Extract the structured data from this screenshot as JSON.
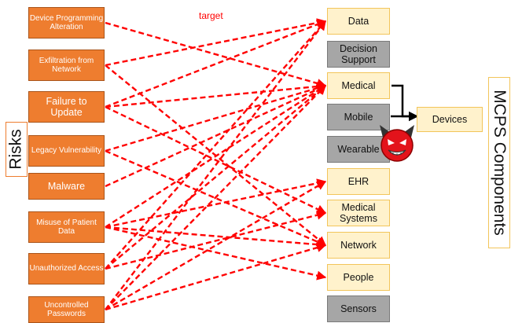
{
  "target_label": "target",
  "risks_label": "Risks",
  "mcps_label": "MCPS Components",
  "risks": [
    "Device Programming Alteration",
    "Exfiltration from Network",
    "Failure to Update",
    "Legacy Vulnerability",
    "Malware",
    "Misuse of Patient Data",
    "Unauthorized Access",
    "Uncontrolled Passwords"
  ],
  "components": [
    {
      "label": "Data",
      "style": "yellow"
    },
    {
      "label": "Decision Support",
      "style": "gray"
    },
    {
      "label": "Medical",
      "style": "yellow"
    },
    {
      "label": "Mobile",
      "style": "gray"
    },
    {
      "label": "Wearable",
      "style": "gray"
    },
    {
      "label": "EHR",
      "style": "yellow"
    },
    {
      "label": "Medical Systems",
      "style": "yellow"
    },
    {
      "label": "Network",
      "style": "yellow"
    },
    {
      "label": "People",
      "style": "yellow"
    },
    {
      "label": "Sensors",
      "style": "gray"
    }
  ],
  "devices_label": "Devices",
  "devil_icon": "devil-icon",
  "colors": {
    "risk": "#ee7d2f",
    "component_yellow": "#fff2cc",
    "component_gray": "#a6a6a6",
    "arrows": "#ff0000"
  },
  "links": [
    [
      "Device Programming Alteration",
      "Medical"
    ],
    [
      "Exfiltration from Network",
      "Data"
    ],
    [
      "Exfiltration from Network",
      "Network"
    ],
    [
      "Failure to Update",
      "Medical"
    ],
    [
      "Failure to Update",
      "Data"
    ],
    [
      "Failure to Update",
      "Medical Systems"
    ],
    [
      "Legacy Vulnerability",
      "Medical"
    ],
    [
      "Legacy Vulnerability",
      "Network"
    ],
    [
      "Malware",
      "Medical"
    ],
    [
      "Misuse of Patient Data",
      "Medical"
    ],
    [
      "Misuse of Patient Data",
      "EHR"
    ],
    [
      "Misuse of Patient Data",
      "Network"
    ],
    [
      "Misuse of Patient Data",
      "People"
    ],
    [
      "Unauthorized Access",
      "Data"
    ],
    [
      "Unauthorized Access",
      "Medical"
    ],
    [
      "Unauthorized Access",
      "Medical Systems"
    ],
    [
      "Uncontrolled Passwords",
      "Data"
    ],
    [
      "Uncontrolled Passwords",
      "Medical"
    ],
    [
      "Uncontrolled Passwords",
      "EHR"
    ],
    [
      "Uncontrolled Passwords",
      "Network"
    ]
  ]
}
